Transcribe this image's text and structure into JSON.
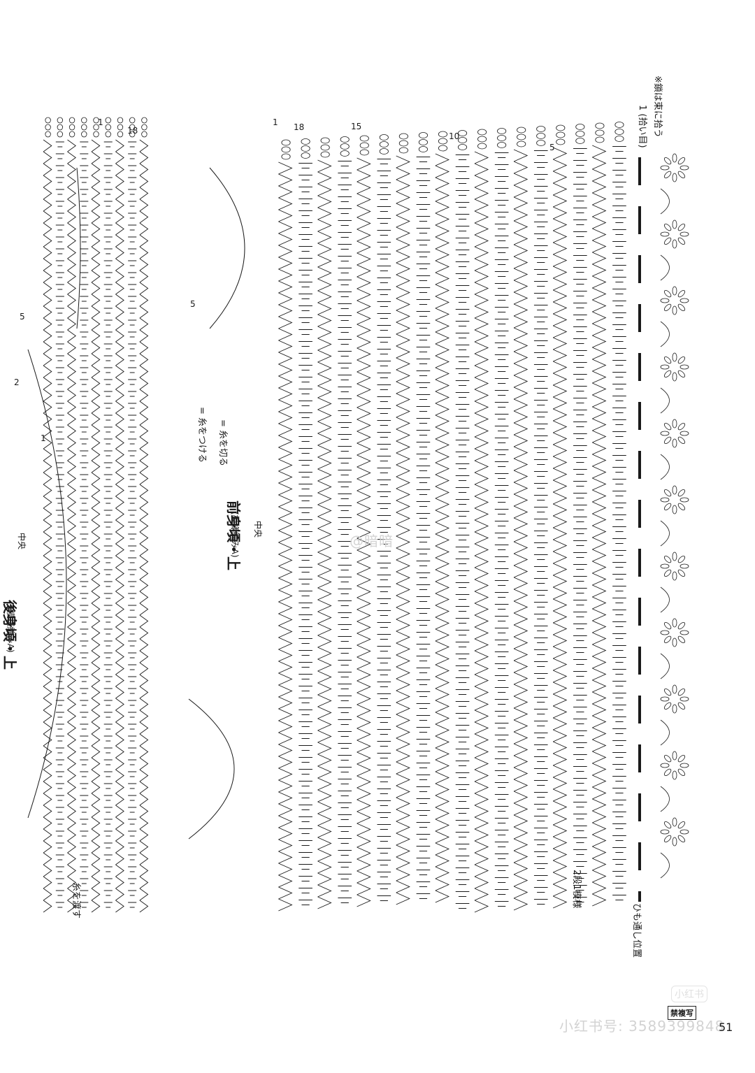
{
  "back_panel": {
    "title": "後身頃・上",
    "subtitle": "(模様編みA)",
    "center": "中央",
    "attach_note": "糸を渡す",
    "row_numbers": [
      "1",
      "18",
      "5",
      "2",
      "1"
    ]
  },
  "front_panel": {
    "title": "前身頃・上",
    "subtitle": "(模様編みA)",
    "center": "中央",
    "row_numbers": [
      "1",
      "18",
      "15",
      "10",
      "5",
      "5"
    ],
    "legend": {
      "attach": "= 糸をつける",
      "cut": "= 糸を切る"
    },
    "band_note_1": "1 (拾い目)",
    "band_note_2": "※鎖は束に拾う",
    "pattern_rows": "2段1模様",
    "cord_position": "ひも通し位置"
  },
  "footer": {
    "stamp": "禁複写",
    "watermark_center": "@暗暗",
    "watermark_logo": "小红书",
    "watermark_id": "小红书号: 3589399848",
    "page_number": "51"
  },
  "colors": {
    "ink": "#1a1a1a",
    "watermark": "#d3d3d3"
  }
}
